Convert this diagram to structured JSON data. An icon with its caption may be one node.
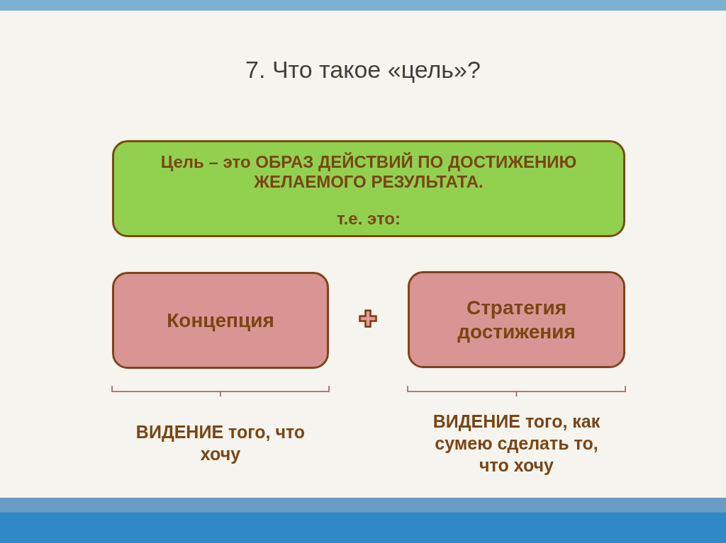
{
  "diagram": {
    "title": "7. Что такое «цель»?",
    "nodes": [
      {
        "text": [
          "Цель – это ОБРАЗ ДЕЙСТВИЙ ПО ДОСТИЖЕНИЮ ЖЕЛАЕМОГО РЕЗУЛЬТАТА.",
          "т.е. это:"
        ]
      },
      {
        "text": [
          "Концепция"
        ],
        "beside": [
          "ВИДЕНИЕ того, что хочу"
        ]
      },
      {
        "text": [
          "Стратегия достижения"
        ],
        "beside": [
          "ВИДЕНИЕ того, как сумею сделать то, что хочу"
        ]
      }
    ]
  }
}
